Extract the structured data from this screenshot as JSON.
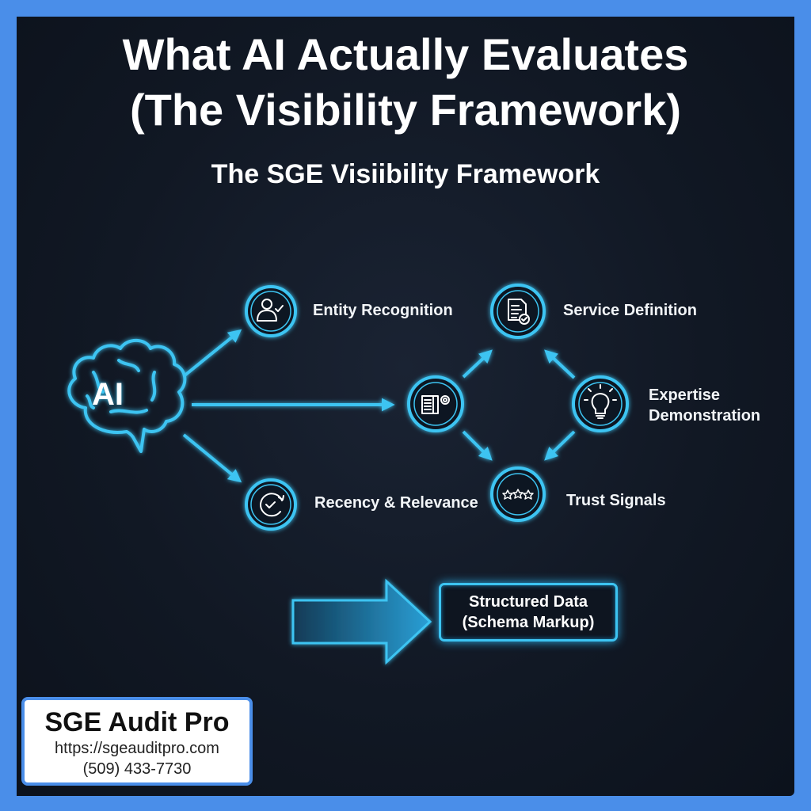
{
  "header": {
    "title_line1": "What AI Actually Evaluates",
    "title_line2": "(The Visibility Framework)",
    "subtitle": "The SGE Visiibility Framework"
  },
  "colors": {
    "frame": "#4a8ee9",
    "panel": "#111824",
    "accent": "#3cc4f2",
    "text": "#ffffff"
  },
  "diagram": {
    "source": {
      "label": "AI",
      "icon": "brain-icon"
    },
    "hub": {
      "icon": "book-gear-icon"
    },
    "nodes": [
      {
        "id": "entity",
        "label": "Entity Recognition",
        "icon": "user-check-icon"
      },
      {
        "id": "service",
        "label": "Service Definition",
        "icon": "document-check-icon"
      },
      {
        "id": "expertise",
        "label_line1": "Expertise",
        "label_line2": "Demonstration",
        "icon": "lightbulb-icon"
      },
      {
        "id": "trust",
        "label": "Trust Signals",
        "icon": "three-stars-icon"
      },
      {
        "id": "recency",
        "label": "Recency & Relevance",
        "icon": "clock-refresh-icon"
      }
    ],
    "edges": [
      [
        "AI",
        "Entity Recognition"
      ],
      [
        "AI",
        "hub"
      ],
      [
        "AI",
        "Recency & Relevance"
      ],
      [
        "hub",
        "Service Definition"
      ],
      [
        "hub",
        "Trust Signals"
      ],
      [
        "Expertise Demonstration",
        "Service Definition"
      ],
      [
        "Expertise Demonstration",
        "Trust Signals"
      ]
    ],
    "output": {
      "line1": "Structured Data",
      "line2": "(Schema Markup)"
    }
  },
  "brand": {
    "name": "SGE Audit Pro",
    "url": "https://sgeauditpro.com",
    "phone": "(509) 433-7730"
  }
}
